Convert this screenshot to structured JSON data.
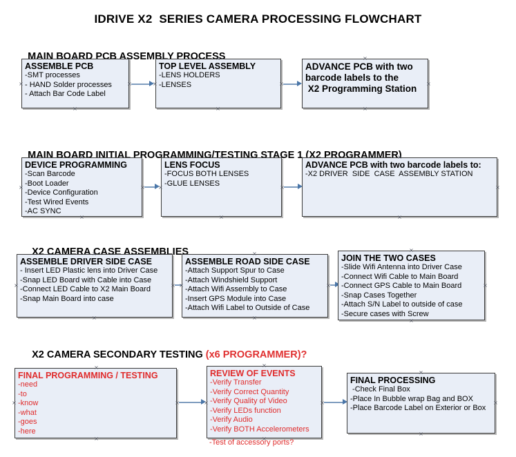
{
  "document": {
    "title": "IDRIVE X2  SERIES CAMERA PROCESSING FLOWCHART"
  },
  "sections": [
    {
      "id": "main-board-pcb-assembly-process",
      "heading": "MAIN BOARD PCB ASSEMBLY PROCESS",
      "heading_accent": ""
    },
    {
      "id": "main-board-initial-programming",
      "heading": "MAIN BOARD INITIAL PROGRAMMING/TESTING STAGE 1 (X2 PROGRAMMER)",
      "heading_accent": ""
    },
    {
      "id": "x2-camera-case-assemblies",
      "heading": "X2 CAMERA CASE ASSEMBLIES",
      "heading_accent": ""
    },
    {
      "id": "x2-camera-secondary-testing",
      "heading": "X2 CAMERA SECONDARY TESTING ",
      "heading_accent": "(x6 PROGRAMMER)?"
    }
  ],
  "nodes": {
    "assemble_pcb": {
      "title": "ASSEMBLE PCB",
      "lines": [
        "-SMT processes",
        "- HAND Solder processes",
        "- Attach Bar Code Label"
      ]
    },
    "top_level_assembly": {
      "title": "TOP LEVEL ASSEMBLY",
      "lines": [
        "-LENS HOLDERS",
        "-LENSES"
      ]
    },
    "advance_pcb_programming_station": {
      "title": "ADVANCE PCB with two",
      "lines": [
        "barcode labels to the",
        " X2 Programming Station"
      ]
    },
    "device_programming": {
      "title": "DEVICE PROGRAMMING",
      "lines": [
        "-Scan Barcode",
        "-Boot Loader",
        "-Device Configuration",
        "-Test Wired Events",
        "-AC SYNC"
      ]
    },
    "lens_focus": {
      "title": "LENS FOCUS",
      "lines": [
        "-FOCUS BOTH LENSES",
        "-GLUE LENSES"
      ]
    },
    "advance_pcb_driver_side": {
      "title": "ADVANCE PCB with two barcode labels to:",
      "lines": [
        "-X2 DRIVER  SIDE  CASE  ASSEMBLY STATION"
      ]
    },
    "assemble_driver_side_case": {
      "title": "ASSEMBLE DRIVER SIDE CASE",
      "lines": [
        "- Insert LED Plastic lens into Driver Case",
        "-Snap LED Board with Cable into Case",
        "-Connect LED Cable to X2 Main Board",
        "-Snap Main Board into case"
      ]
    },
    "assemble_road_side_case": {
      "title": "ASSEMBLE ROAD SIDE CASE",
      "lines": [
        "-Attach Support Spur to Case",
        "-Attach Windshield Support",
        "-Attach Wifi Assembly to Case",
        "-Insert GPS Module into Case",
        "-Attach Wifi Label to Outside of Case"
      ]
    },
    "join_the_two_cases": {
      "title": "JOIN THE TWO CASES",
      "lines": [
        "-Slide Wifi Antenna into Driver Case",
        "-Connect Wifi Cable to Main Board",
        "-Connect GPS Cable to Main Board",
        "-Snap Cases Together",
        "-Attach S/N Label to outside of case",
        "-Secure cases with Screw"
      ]
    },
    "final_programming_testing": {
      "title": "FINAL PROGRAMMING / TESTING",
      "lines": [
        "-need",
        "-to",
        "-know",
        "-what",
        "-goes",
        "-here"
      ]
    },
    "review_of_events": {
      "title": "REVIEW OF EVENTS",
      "lines": [
        "-Verify Transfer",
        "-Verify Correct Quantity",
        "-Verify Quality of Video",
        "-Verify LEDs function",
        "-Verify Audio",
        "-Verify BOTH Accelerometers"
      ],
      "overflow_line": "-Test of accessory ports?"
    },
    "final_processing": {
      "title": "FINAL PROCESSING",
      "lines": [
        " -Check Final Box",
        "-Place In Bubble wrap Bag and BOX",
        "-Place Barcode Label on Exterior or Box"
      ]
    }
  },
  "colors": {
    "node_fill": "#e9eef7",
    "node_border": "#3a3a3a",
    "connector": "#7f9dbf",
    "arrowhead": "#4a76a8",
    "red_text": "#e02b2b",
    "text": "#000000",
    "background": "#ffffff"
  }
}
